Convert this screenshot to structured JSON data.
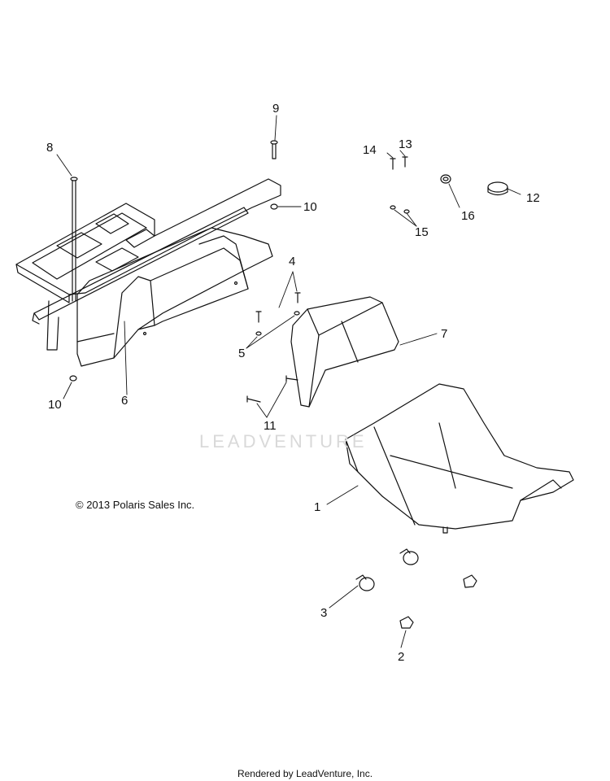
{
  "diagram": {
    "callouts": [
      {
        "id": "1",
        "text": "1"
      },
      {
        "id": "2",
        "text": "2"
      },
      {
        "id": "3",
        "text": "3"
      },
      {
        "id": "4",
        "text": "4"
      },
      {
        "id": "5",
        "text": "5"
      },
      {
        "id": "6",
        "text": "6"
      },
      {
        "id": "7",
        "text": "7"
      },
      {
        "id": "8",
        "text": "8"
      },
      {
        "id": "9",
        "text": "9"
      },
      {
        "id": "10a",
        "text": "10"
      },
      {
        "id": "10b",
        "text": "10"
      },
      {
        "id": "11",
        "text": "11"
      },
      {
        "id": "12",
        "text": "12"
      },
      {
        "id": "13",
        "text": "13"
      },
      {
        "id": "14",
        "text": "14"
      },
      {
        "id": "15",
        "text": "15"
      },
      {
        "id": "16",
        "text": "16"
      }
    ],
    "watermark": "LEADVENTURE",
    "copyright": "© 2013 Polaris Sales Inc.",
    "footer": "Rendered by LeadVenture, Inc."
  }
}
